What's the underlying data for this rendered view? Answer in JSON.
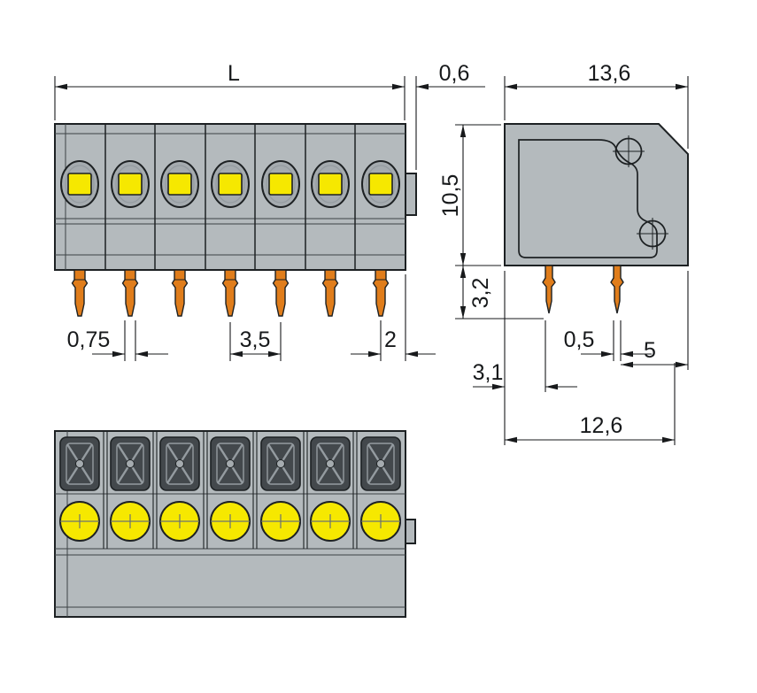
{
  "drawing": {
    "poles": 7,
    "views": {
      "front": "front view",
      "side": "side view",
      "top": "top view"
    },
    "dimensions": {
      "total_width": "L",
      "tab_width": "0,6",
      "depth": "13,6",
      "height": "10,5",
      "pin_length": "3,2",
      "pin_width": "0,75",
      "pin_pitch": "3,5",
      "pin_to_side": "2",
      "pin_thickness": "0,5",
      "pin_to_rear": "5",
      "front_to_pin": "3,1",
      "bottom_depth": "12,6"
    },
    "colors": {
      "body_gray": "#b4babd",
      "opening_gray": "#a5abaf",
      "outline": "#1d2123",
      "seam": "#3c4245",
      "dim": "#17191b",
      "button_yellow": "#f6e800",
      "pin_orange": "#e07d1b",
      "actuator_dark": "#43484c",
      "actuator_light": "#949ba0"
    }
  }
}
